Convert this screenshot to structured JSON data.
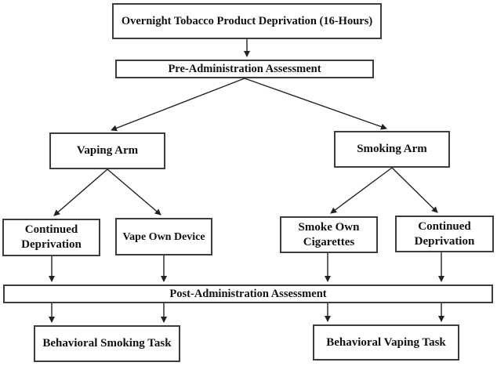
{
  "diagram": {
    "type": "flowchart",
    "colors": {
      "background": "#ffffff",
      "box_fill": "#ffffff",
      "box_border": "#3d3d3d",
      "text": "#111111",
      "arrow": "#222222"
    },
    "nodes": {
      "deprivation": {
        "label": "Overnight Tobacco Product Deprivation (16-Hours)"
      },
      "pre_assessment": {
        "label": "Pre-Administration Assessment"
      },
      "vaping_arm": {
        "label": "Vaping Arm"
      },
      "smoking_arm": {
        "label": "Smoking Arm"
      },
      "continued_deprivation_vaping": {
        "label": "Continued Deprivation"
      },
      "vape_own_device": {
        "label": "Vape Own Device"
      },
      "smoke_own_cigarettes": {
        "label": "Smoke Own Cigarettes"
      },
      "continued_deprivation_smoking": {
        "label": "Continued Deprivation"
      },
      "post_assessment": {
        "label": "Post-Administration Assessment"
      },
      "behavioral_smoking_task": {
        "label": "Behavioral Smoking Task"
      },
      "behavioral_vaping_task": {
        "label": "Behavioral Vaping Task"
      }
    },
    "edges": [
      {
        "from": "deprivation",
        "to": "pre_assessment"
      },
      {
        "from": "pre_assessment",
        "to": "vaping_arm"
      },
      {
        "from": "pre_assessment",
        "to": "smoking_arm"
      },
      {
        "from": "vaping_arm",
        "to": "continued_deprivation_vaping"
      },
      {
        "from": "vaping_arm",
        "to": "vape_own_device"
      },
      {
        "from": "smoking_arm",
        "to": "smoke_own_cigarettes"
      },
      {
        "from": "smoking_arm",
        "to": "continued_deprivation_smoking"
      },
      {
        "from": "continued_deprivation_vaping",
        "to": "post_assessment"
      },
      {
        "from": "vape_own_device",
        "to": "post_assessment"
      },
      {
        "from": "smoke_own_cigarettes",
        "to": "post_assessment"
      },
      {
        "from": "continued_deprivation_smoking",
        "to": "post_assessment"
      },
      {
        "from": "post_assessment",
        "to": "behavioral_smoking_task"
      },
      {
        "from": "post_assessment",
        "to": "behavioral_smoking_task"
      },
      {
        "from": "post_assessment",
        "to": "behavioral_vaping_task"
      },
      {
        "from": "post_assessment",
        "to": "behavioral_vaping_task"
      }
    ]
  }
}
